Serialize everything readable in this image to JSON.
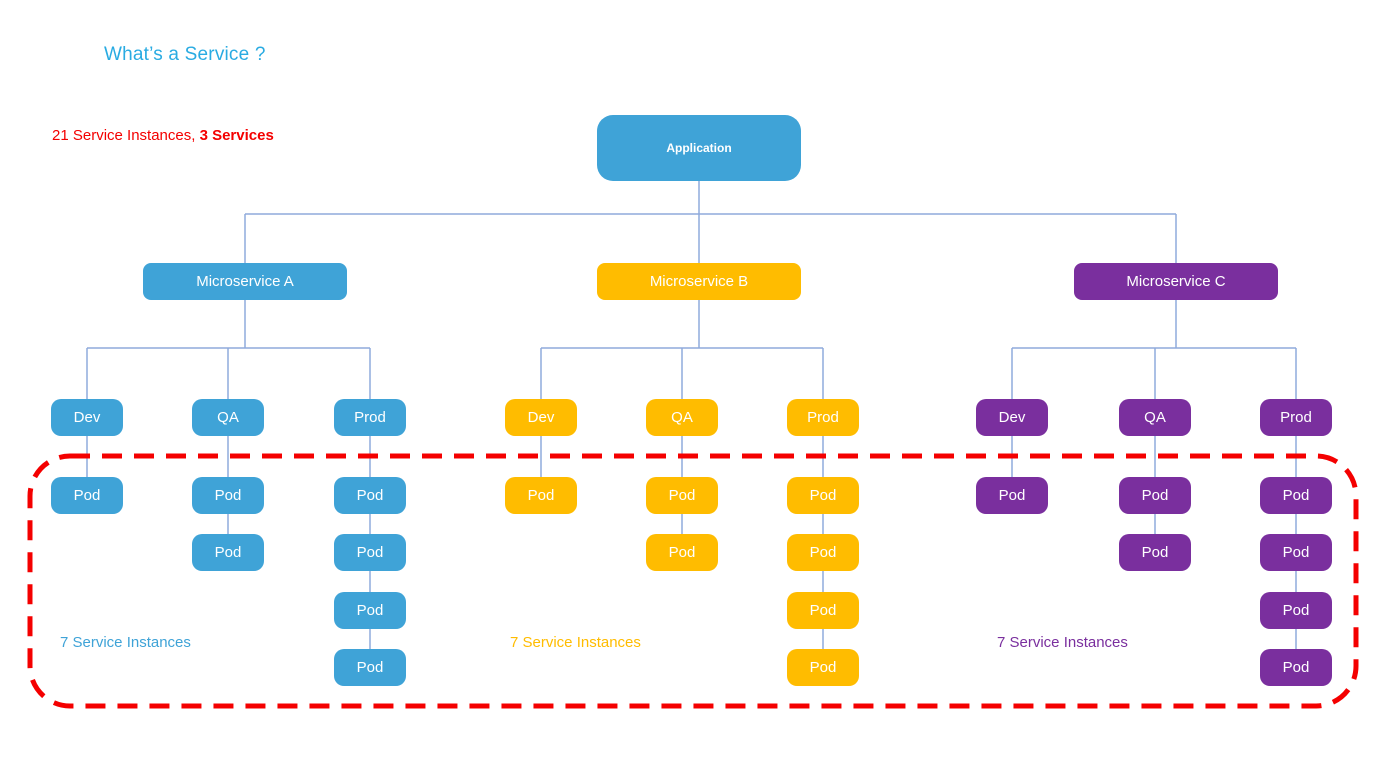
{
  "title": "What’s a Service ?",
  "summary": {
    "text": "21 Service Instances, ",
    "bold_text": "3 Services"
  },
  "root_label": "Application",
  "pod_label": "Pod",
  "services": [
    {
      "name": "Microservice A",
      "theme": "blue",
      "caption": "7 Service Instances",
      "environments": [
        {
          "name": "Dev",
          "pods": 1
        },
        {
          "name": "QA",
          "pods": 2
        },
        {
          "name": "Prod",
          "pods": 4
        }
      ]
    },
    {
      "name": "Microservice B",
      "theme": "yellow",
      "caption": "7 Service Instances",
      "environments": [
        {
          "name": "Dev",
          "pods": 1
        },
        {
          "name": "QA",
          "pods": 2
        },
        {
          "name": "Prod",
          "pods": 4
        }
      ]
    },
    {
      "name": "Microservice C",
      "theme": "purple",
      "caption": "7 Service Instances",
      "environments": [
        {
          "name": "Dev",
          "pods": 1
        },
        {
          "name": "QA",
          "pods": 2
        },
        {
          "name": "Prod",
          "pods": 4
        }
      ]
    }
  ],
  "colors": {
    "blue": "#3FA3D7",
    "yellow": "#FFBC00",
    "purple": "#7A2F9E",
    "title": "#29ABE2",
    "red": "#F40000",
    "connector": "#8FAADC"
  }
}
